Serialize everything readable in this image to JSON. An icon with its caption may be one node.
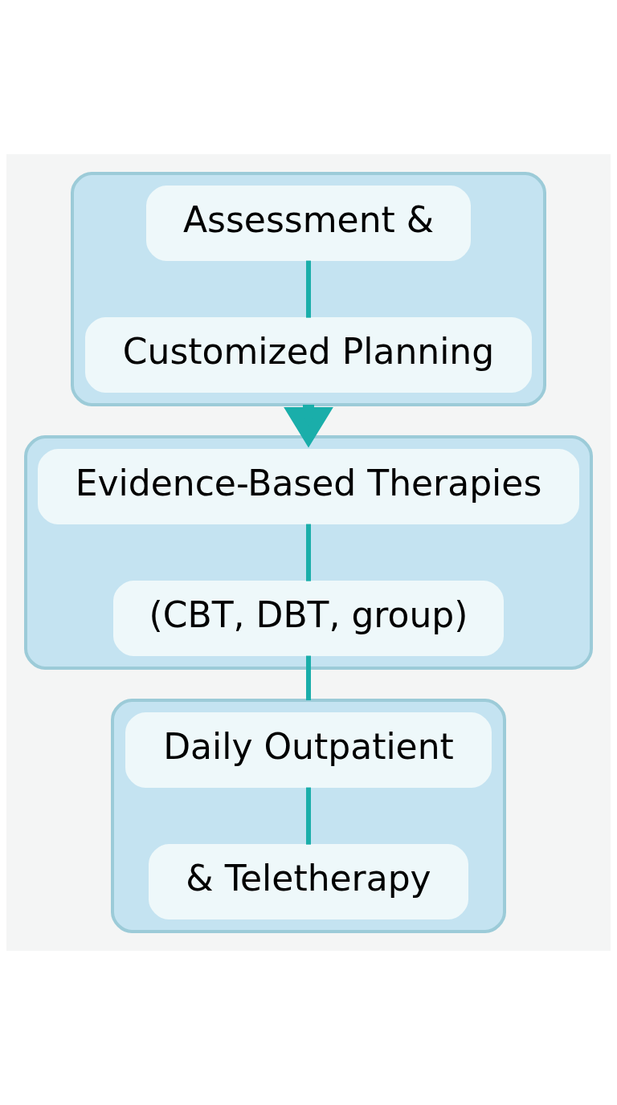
{
  "diagram": {
    "nodes": [
      {
        "text": [],
        "shape": "box"
      },
      {
        "text": [
          "Assessment &"
        ],
        "in": 0
      },
      {
        "text": [
          "Customized Planning"
        ],
        "in": 0
      },
      {
        "text": [],
        "shape": "box"
      },
      {
        "text": [
          "Evidence-Based Therapies"
        ],
        "in": 3
      },
      {
        "text": [
          "(CBT, DBT, group)"
        ],
        "in": 3
      },
      {
        "text": [],
        "shape": "box"
      },
      {
        "text": [
          "Daily Outpatient"
        ],
        "in": 6
      },
      {
        "text": [
          "& Teletherapy"
        ],
        "in": 6
      }
    ],
    "edges": [
      {
        "from": 1,
        "to": 2,
        "arrow": "none"
      },
      {
        "from": 0,
        "to": 3,
        "arrow": "to",
        "style": "thick"
      },
      {
        "from": 4,
        "to": 5,
        "arrow": "none"
      },
      {
        "from": 5,
        "to": 6,
        "arrow": "none"
      },
      {
        "from": 7,
        "to": 8,
        "arrow": "none"
      }
    ]
  }
}
